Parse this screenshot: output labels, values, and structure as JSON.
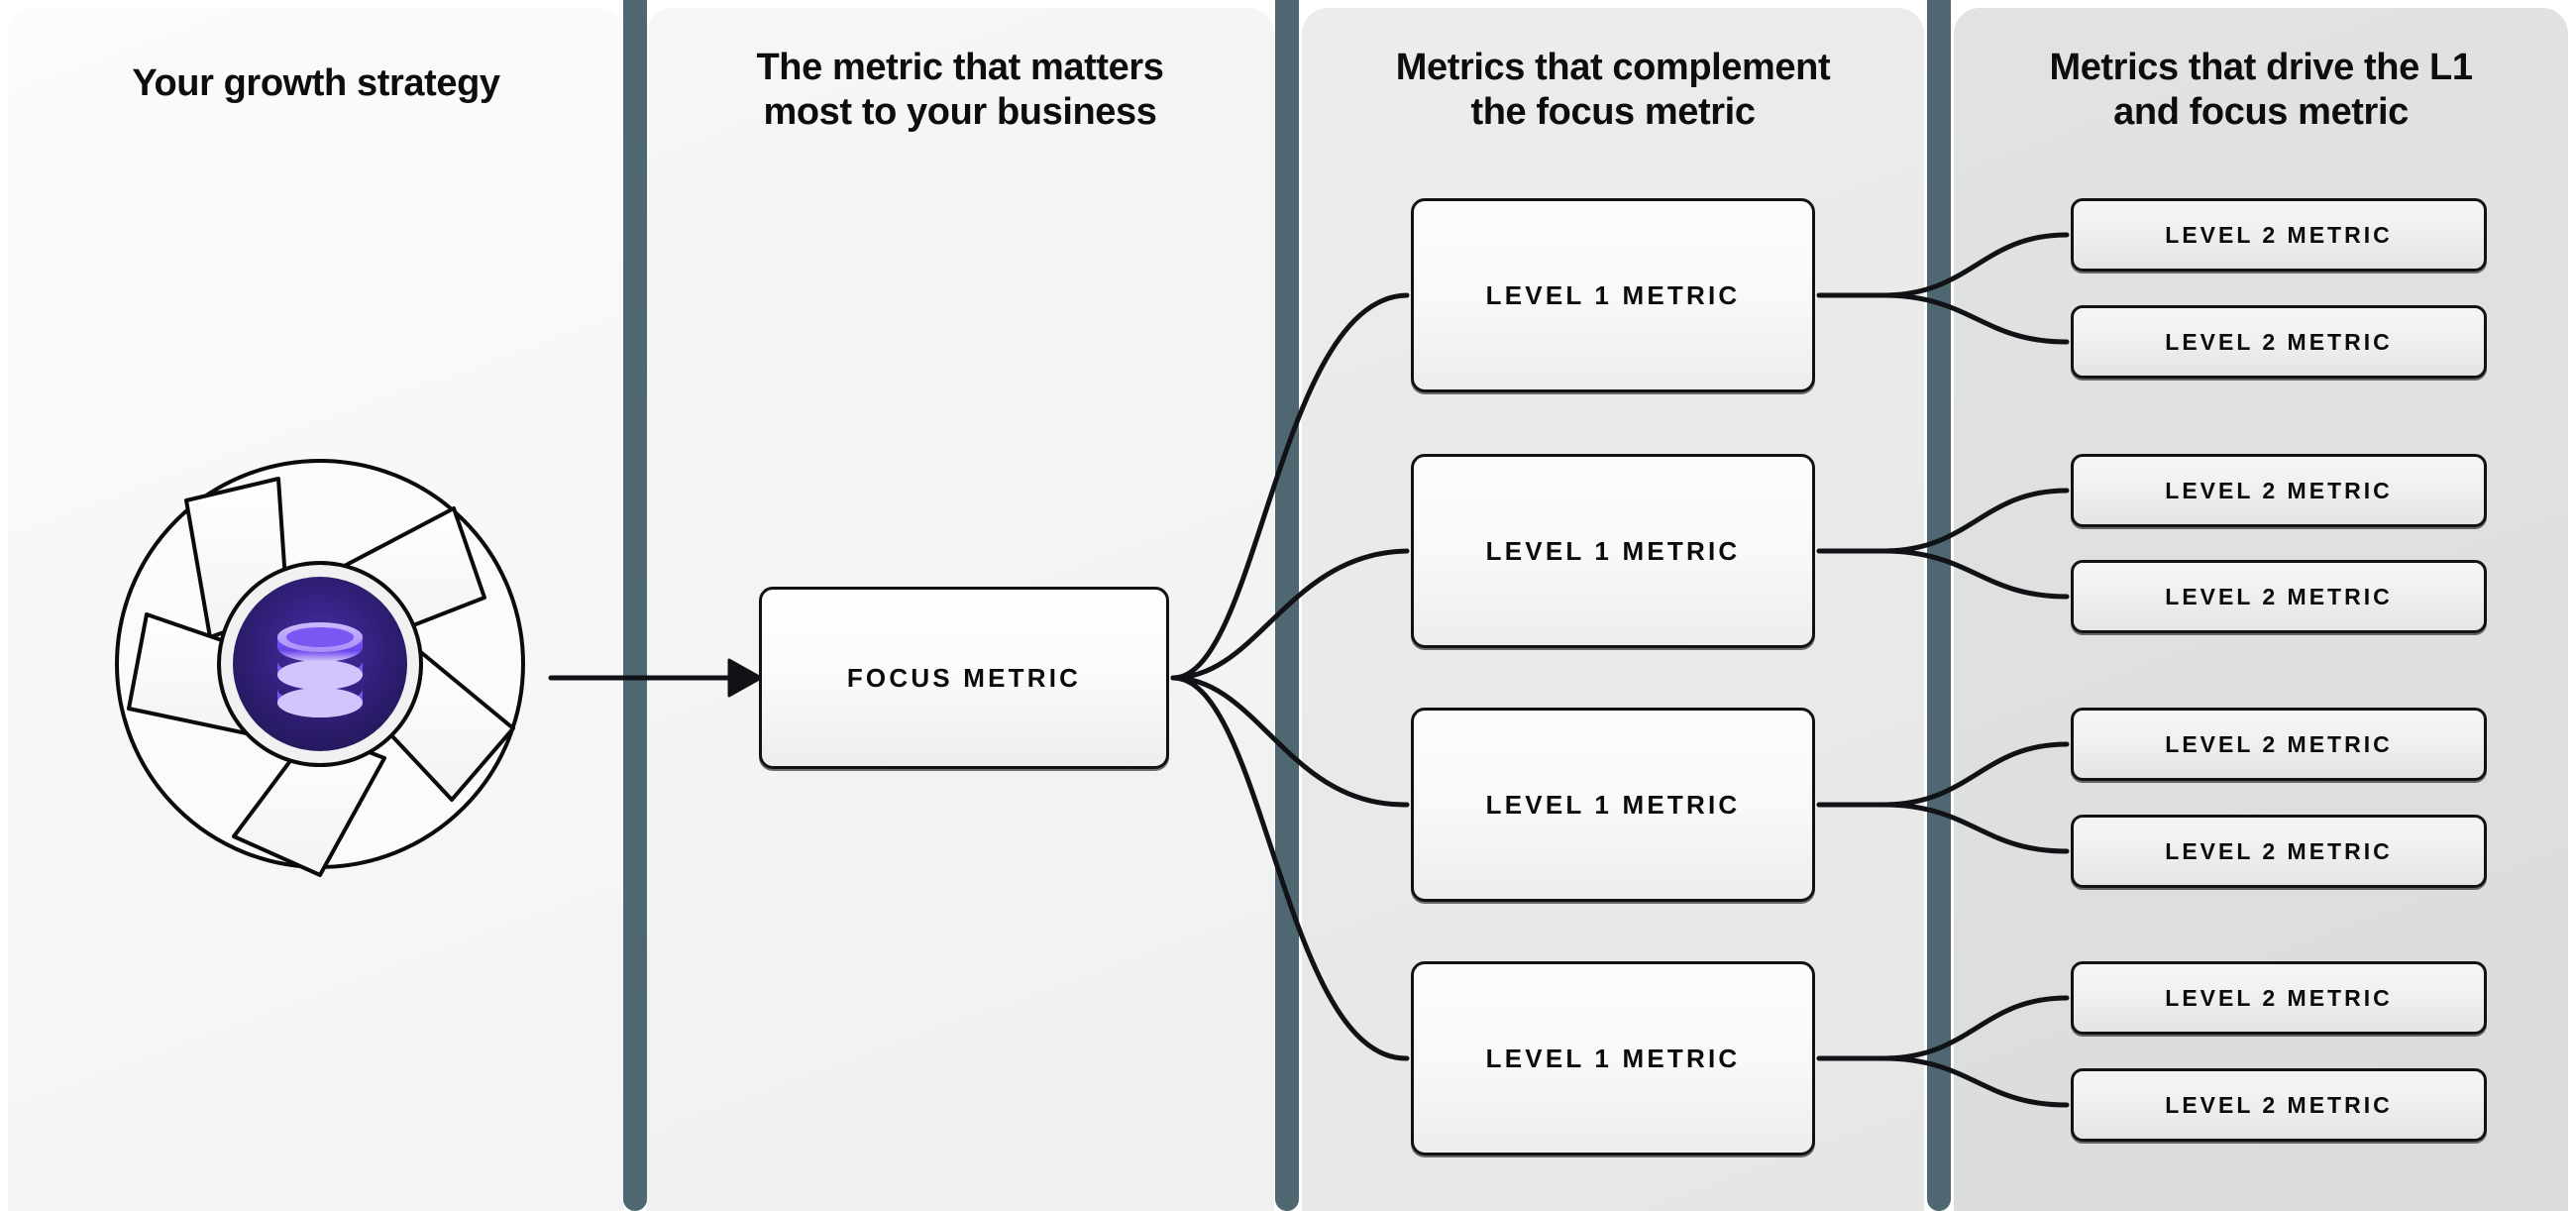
{
  "columns": [
    {
      "id": "growth-strategy",
      "title": "Your growth strategy"
    },
    {
      "id": "focus-metric",
      "title": "The metric that matters\nmost to your business"
    },
    {
      "id": "level-1",
      "title": "Metrics that complement\nthe focus metric"
    },
    {
      "id": "level-2",
      "title": "Metrics that drive the L1\nand focus metric"
    }
  ],
  "strategy": {
    "icon_name": "growth-strategy-aperture-icon",
    "core_icon_name": "database-stack-icon"
  },
  "focus": {
    "label": "FOCUS METRIC"
  },
  "level1": [
    {
      "label": "LEVEL 1 METRIC"
    },
    {
      "label": "LEVEL 1 METRIC"
    },
    {
      "label": "LEVEL 1 METRIC"
    },
    {
      "label": "LEVEL 1 METRIC"
    }
  ],
  "level2": [
    {
      "label": "LEVEL 2 METRIC"
    },
    {
      "label": "LEVEL 2 METRIC"
    },
    {
      "label": "LEVEL 2 METRIC"
    },
    {
      "label": "LEVEL 2 METRIC"
    },
    {
      "label": "LEVEL 2 METRIC"
    },
    {
      "label": "LEVEL 2 METRIC"
    },
    {
      "label": "LEVEL 2 METRIC"
    },
    {
      "label": "LEVEL 2 METRIC"
    }
  ],
  "colors": {
    "separator": "#4f6771",
    "panel_1_bg": "#f7f8f8",
    "panel_2_bg": "#f2f3f3",
    "panel_3_bg": "#e8e9e9",
    "panel_4_bg": "#dedfdf",
    "line": "#111215",
    "icon_core_dark": "#2b1d6e",
    "icon_core_purple": "#6d48f0",
    "icon_core_light": "#c5b3fb",
    "box_border": "#111215",
    "text": "#0d0d0d"
  }
}
